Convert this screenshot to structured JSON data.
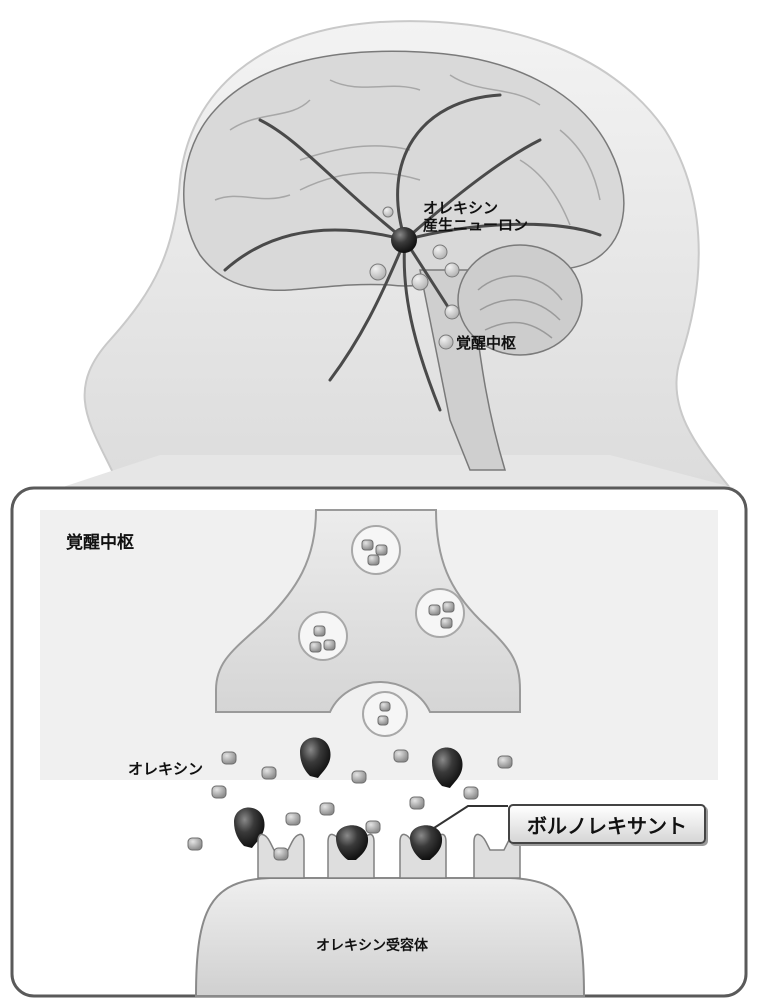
{
  "labels": {
    "orexin_neuron_line1": "オレキシン",
    "orexin_neuron_line2": "産生ニューロン",
    "wake_center_brain": "覚醒中枢",
    "wake_center_panel": "覚醒中枢",
    "orexin": "オレキシン",
    "suvorexant": "ボルノレキサント",
    "orexin_receptor": "オレキシン受容体"
  },
  "colors": {
    "outline": "#4a4a4a",
    "head_fill": "#e9e9e9",
    "brain_fill": "#d9d9d9",
    "panel_border": "#5a5a5a",
    "drug_molecule": "#2b2b2b",
    "orexin_molecule": "#9a9a9a"
  }
}
